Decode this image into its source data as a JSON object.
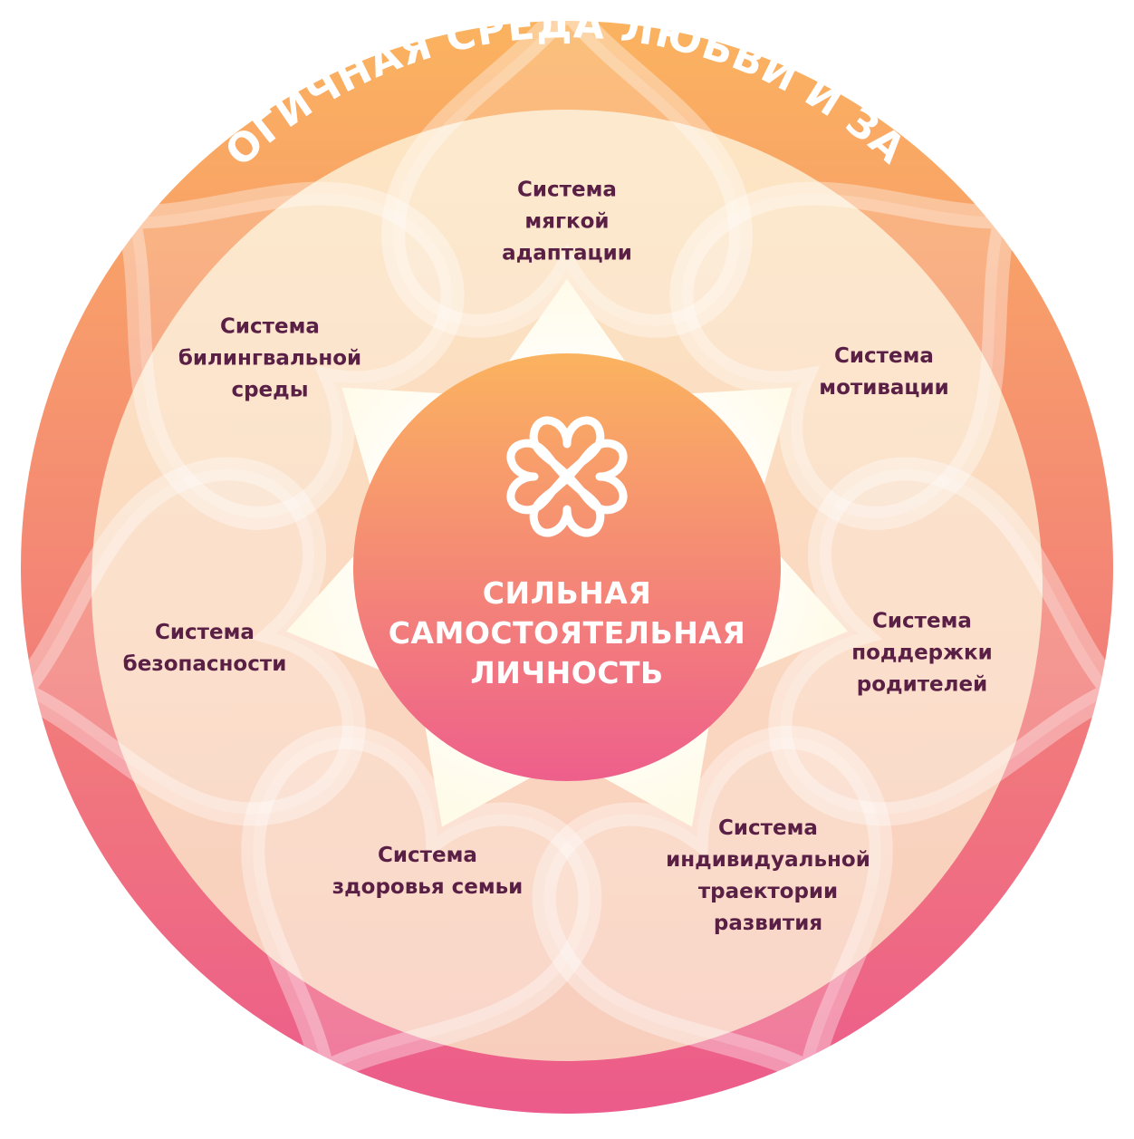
{
  "ring_title": "ЭКОЛОГИЧНАЯ СРЕДА ЛЮБВИ И ЗАБОТЫ",
  "center": {
    "title": "СИЛЬНАЯ\nСАМОСТОЯТЕЛЬНАЯ\nЛИЧНОСТЬ",
    "icon": "clover-hearts-icon"
  },
  "systems": [
    {
      "id": "soft-adaptation",
      "label": "Система\nмягкой\nадаптации"
    },
    {
      "id": "motivation",
      "label": "Система\nмотивации"
    },
    {
      "id": "parent-support",
      "label": "Система\nподдержки\nродителей"
    },
    {
      "id": "individual-trajectory",
      "label": "Система\nиндивидуальной\nтраектории\nразвития"
    },
    {
      "id": "family-health",
      "label": "Система\nздоровья семьи"
    },
    {
      "id": "safety",
      "label": "Система\nбезопасности"
    },
    {
      "id": "bilingual",
      "label": "Система\nбилингвальной\nсреды"
    }
  ],
  "colors": {
    "ring_top": "#fbb35f",
    "ring_bottom": "#ec5b8b",
    "inner_top": "#fde6c4",
    "inner_bottom": "#f8cdbd",
    "center_top": "#fbb35f",
    "center_bottom": "#ee5f8c",
    "label_text": "#5a1f45",
    "star_fill": "#fffbe9"
  }
}
